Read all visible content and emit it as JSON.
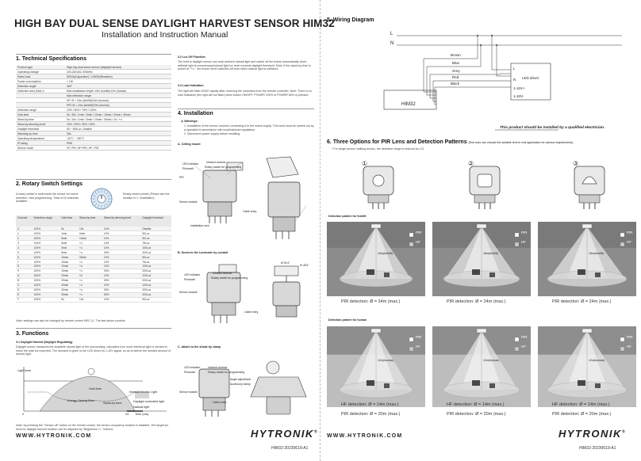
{
  "left": {
    "title": "HIGH BAY DUAL SENSE DAYLIGHT HARVEST SENSOR HIM32",
    "subtitle": "Installation and Instruction Manual",
    "sec1_title": "1. Technical Specifications",
    "specs": [
      [
        "Product type",
        "High bay dual sense sensor (daylight harvest)"
      ],
      [
        "Operating voltage",
        "220-240VAC  50/60Hz"
      ],
      [
        "Rated load",
        "800VA(Capacitive) / 1000W(Resistive)"
      ],
      [
        "Power consumption",
        "< 1W"
      ],
      [
        "Detection angle",
        "360°"
      ],
      [
        "Detection area (Max.)*",
        "Max installation height: 15m (forklift)/12m (human)"
      ],
      [
        "",
        "Max detection range:"
      ],
      [
        "",
        "HF: Ø = 24m (forklift)/14m (human)"
      ],
      [
        "",
        "PIR: Ø = 24m (forklift)/20m (human)"
      ],
      [
        "Detection range",
        "10% / 50% / 75% / 100%"
      ],
      [
        "Hold time",
        "5s / 30s / 1min / 5min / 10min / 15min / 20min / 30min"
      ],
      [
        "Stand-by time",
        "0s / 10s / 1min / 5min / 10min / 30min / 1h / +∞"
      ],
      [
        "Stand-by dimming level",
        "10% / 20% / 30% / 50%"
      ],
      [
        "Daylight threshold",
        "50 ~ 500Lux, Disable"
      ],
      [
        "Warming up time",
        "30s"
      ],
      [
        "Operating temperature",
        "-20°C ~ +50°C"
      ],
      [
        "IP rating",
        "IP65"
      ],
      [
        "Sensor mode",
        "HF, PIR, HF+PIR, HF / PIR"
      ]
    ],
    "sec2_title": "2. Rotary Switch Settings",
    "rotary_text": "A rotary switch is built inside the sensor for scene selection / fast programming. Total of 16 channels available :",
    "rotary_note": "Rotary switch preset (Please see the location in 2. Installation)",
    "chan_headers": [
      "Channel",
      "Detection range",
      "Hold time",
      "Stand-by time",
      "Stand-by dimming level",
      "Daylight threshold"
    ],
    "chan_rows": [
      [
        "0",
        "100%",
        "5s",
        "10s",
        "10%",
        "Disable"
      ],
      [
        "1",
        "100%",
        "1min",
        "5min",
        "10%",
        "50Lux"
      ],
      [
        "2",
        "100%",
        "5min",
        "10min",
        "10%",
        "50Lux"
      ],
      [
        "3",
        "100%",
        "5min",
        "+∞",
        "10%",
        "75Lux"
      ],
      [
        "4",
        "100%",
        "5min",
        "+∞",
        "10%",
        "100Lux"
      ],
      [
        "5",
        "100%",
        "5min",
        "+∞",
        "30%",
        "200Lux"
      ],
      [
        "6",
        "100%",
        "10min",
        "30min",
        "10%",
        "50Lux"
      ],
      [
        "7",
        "100%",
        "10min",
        "+∞",
        "10%",
        "75Lux"
      ],
      [
        "8",
        "100%",
        "10min",
        "+∞",
        "10%",
        "100Lux"
      ],
      [
        "9",
        "100%",
        "10min",
        "+∞",
        "30%",
        "200Lux"
      ],
      [
        "A",
        "100%",
        "20min",
        "1h",
        "10%",
        "100Lux"
      ],
      [
        "B",
        "100%",
        "20min",
        "+∞",
        "30%",
        "200Lux"
      ],
      [
        "C",
        "100%",
        "30min",
        "+∞",
        "10%",
        "100Lux"
      ],
      [
        "D",
        "100%",
        "30min",
        "+∞",
        "30%",
        "200Lux"
      ],
      [
        "E",
        "100%",
        "30min",
        "+∞",
        "50%",
        "400Lux"
      ],
      [
        "F",
        "100%",
        "5s",
        "10s",
        "10%",
        "50Lux"
      ]
    ],
    "chan_note": "Note: settings can also be changed by remote control HRC-11. The last action controls.",
    "sec3_title": "3. Functions",
    "f31_title": "3.1 Daylight Harvest (Daylight Regulating)",
    "f31_text": "Daylight sensor measures the available natural light of the surrounding, calculates how much electrical light is needed to reach the total lux expected. The demand is given to the LED driver by 1-10V signal, so as to deliver the needed amount of electric light.",
    "graph_labels": {
      "y": "Light level",
      "hold": "Hold time",
      "standby": "Stand-by time",
      "normal": "Normal Electric Light",
      "daylight": "Daylight controlled light",
      "natural": "Natural light",
      "energy": "Energy Saving Zone",
      "t0": "0",
      "t24": "24",
      "tlabel": "Time (hrs)"
    },
    "f31_note": "Note: by pressing the \"Sensor off\" button on the remote control, the sensor occupancy function is disabled. The target lux level for daylight harvest function can be adjusted by \"Brightness +/-\" buttons.",
    "f32_title": "3.2 Lux Off Function",
    "f32_text": "The built-in daylight sensor can read ambient natural light and switch off the fixture automatically when artificial light is unnecessary/natural light lux level exceeds daylight threshold. Note: If the stand-by time is preset at \"+∞\", the fixture never switches off even when natural light is sufficient.",
    "f33_title": "3.3 Load Indication",
    "f33_text": "The light will flash ONCE rapidly after receiving the command from the remote controller. Note: There is no load indication (the light will not flash) when button ON/OFF, POWER 100% or POWER 80% is pressed.",
    "sec4_title": "4. Installation",
    "warnings_title": "Warnings:",
    "warnings": [
      "1. Installation of the sensor involves connecting it to the mains supply. This work must be carried out by a specialist in accordance with local/national regulations.",
      "2. Disconnect power supply before installing."
    ],
    "instA": "A. Ceiling mount",
    "instB": "B. Screw to the Luminaire by conduit",
    "instC": "C. Attach to the shade by clamp",
    "fig_labels": {
      "led": "LED indicator",
      "photo": "Photocell",
      "ir": "Infrared receiver",
      "rotary": "Rotary switch for programming",
      "pir": "PIR",
      "module": "Sensor module",
      "cable": "Cable entry",
      "rack": "Installation rack",
      "angle": "Angle adjustment",
      "accessory": "Accessory clamp",
      "dim1": "Ø 25.4\"",
      "dim2": "Ø .823\""
    },
    "website": "WWW.HYTRONIK.COM",
    "logo": "HYTRONIK",
    "reg": "®",
    "doc_id": "HIM32-20230619-A1"
  },
  "right": {
    "sec5_title": "5. Wiring Diagram",
    "wiring": {
      "L": "L",
      "N": "N",
      "wires": [
        "Brown",
        "Blue",
        "Grey",
        "Red",
        "Black"
      ],
      "device": "HIM32",
      "driver": "LED driver",
      "driver_terms": [
        "L",
        "N",
        "1-10V+",
        "1-10V-"
      ],
      "note": "This product should be installed by a qualified electrician."
    },
    "sec6_title": "6. Three Options for PIR Lens and Detection Patterns",
    "sec6_sub": "(End user can choose the suitable lens in real application for various requirements)",
    "sec6_note": "* For single person walking across, the detection range is reduced by 1/3.",
    "options": [
      "①",
      "②",
      "③"
    ],
    "forklift_title": "Detection pattern for forklift",
    "human_title": "Detection pattern for human",
    "legend_pir": "PIR",
    "legend_hf": "HF",
    "forklift_height": "15m(forklift)",
    "human_height": "12m(human)",
    "forklift_caps": [
      "PIR detection: Ø = 24m (max.)",
      "PIR detection: Ø = 24m (max.)",
      "PIR detection: Ø = 24m (max.)"
    ],
    "human_caps_hf": [
      "HF detection: Ø = 14m (max.)",
      "HF detection: Ø = 14m (max.)",
      "HF detection: Ø = 14m (max.)"
    ],
    "human_caps_pir": [
      "PIR detection: Ø = 20m (max.)",
      "PIR detection: Ø = 20m (max.)",
      "PIR detection: Ø = 20m (max.)"
    ],
    "website": "WWW.HYTRONIK.COM",
    "logo": "HYTRONIK",
    "reg": "®",
    "doc_id": "HIM32-20230619-A1"
  }
}
